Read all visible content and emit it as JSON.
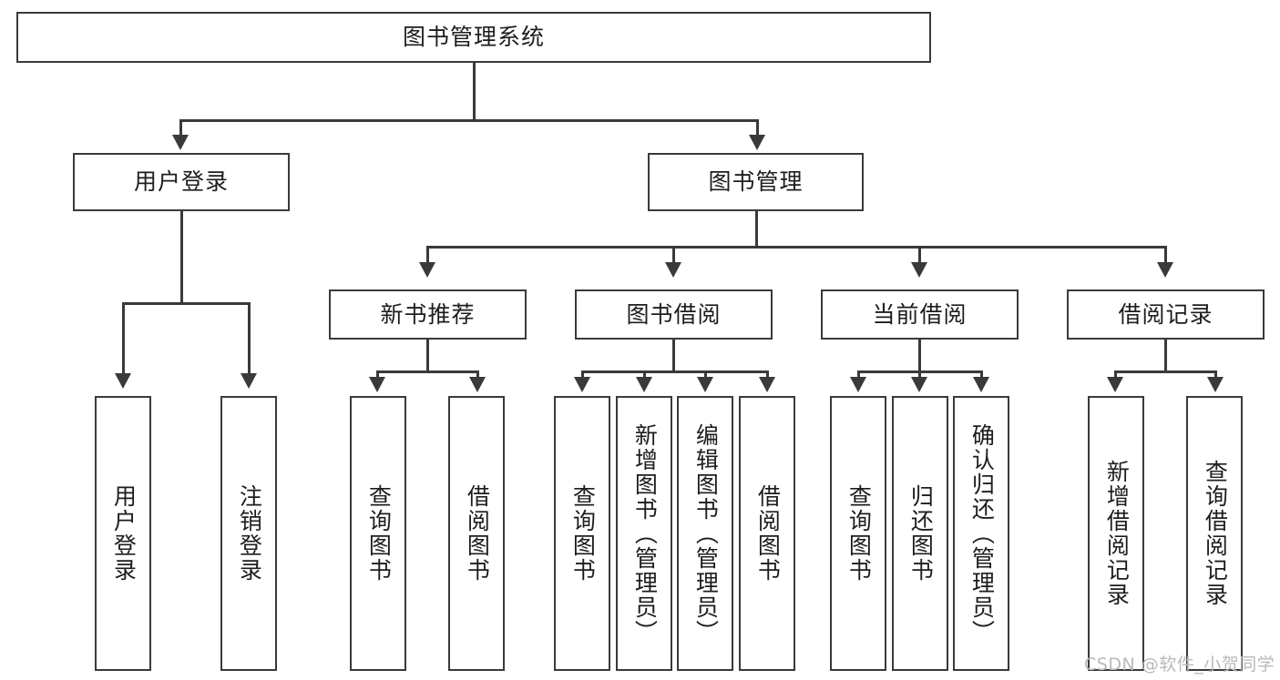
{
  "diagram": {
    "title_text": "图书管理系统",
    "type": "tree-hierarchy-diagram",
    "levels": 4,
    "colors": {
      "stroke": "#3a3a3a",
      "fill": "#ffffff",
      "text": "#1d1d1d",
      "watermark": "#b9b9b9"
    },
    "root": {
      "id": "root",
      "label": "图书管理系统"
    },
    "level2": [
      {
        "id": "user-login",
        "label": "用户登录"
      },
      {
        "id": "book-manage",
        "label": "图书管理"
      }
    ],
    "level3": [
      {
        "id": "new-book-recommend",
        "label": "新书推荐",
        "parent": "book-manage"
      },
      {
        "id": "book-borrow",
        "label": "图书借阅",
        "parent": "book-manage"
      },
      {
        "id": "current-borrow",
        "label": "当前借阅",
        "parent": "book-manage"
      },
      {
        "id": "borrow-record",
        "label": "借阅记录",
        "parent": "book-manage"
      }
    ],
    "leaves": {
      "user_login": [
        {
          "id": "leaf-user-login",
          "label": "用户登录"
        },
        {
          "id": "leaf-logout-login",
          "label": "注销登录"
        }
      ],
      "new_book_recommend": [
        {
          "id": "leaf-query-book-1",
          "label": "查询图书"
        },
        {
          "id": "leaf-borrow-book-1",
          "label": "借阅图书"
        }
      ],
      "book_borrow": [
        {
          "id": "leaf-query-book-2",
          "label": "查询图书"
        },
        {
          "id": "leaf-add-book",
          "label": "新增图书（管理员）"
        },
        {
          "id": "leaf-edit-book",
          "label": "编辑图书（管理员）"
        },
        {
          "id": "leaf-borrow-book-2",
          "label": "借阅图书"
        }
      ],
      "current_borrow": [
        {
          "id": "leaf-query-book-3",
          "label": "查询图书"
        },
        {
          "id": "leaf-return-book",
          "label": "归还图书"
        },
        {
          "id": "leaf-confirm-return",
          "label": "确认归还（管理员）"
        }
      ],
      "borrow_record": [
        {
          "id": "leaf-add-record",
          "label": "新增借阅记录"
        },
        {
          "id": "leaf-query-record",
          "label": "查询借阅记录"
        }
      ]
    },
    "watermark": "CSDN @软件_小贺同学"
  }
}
